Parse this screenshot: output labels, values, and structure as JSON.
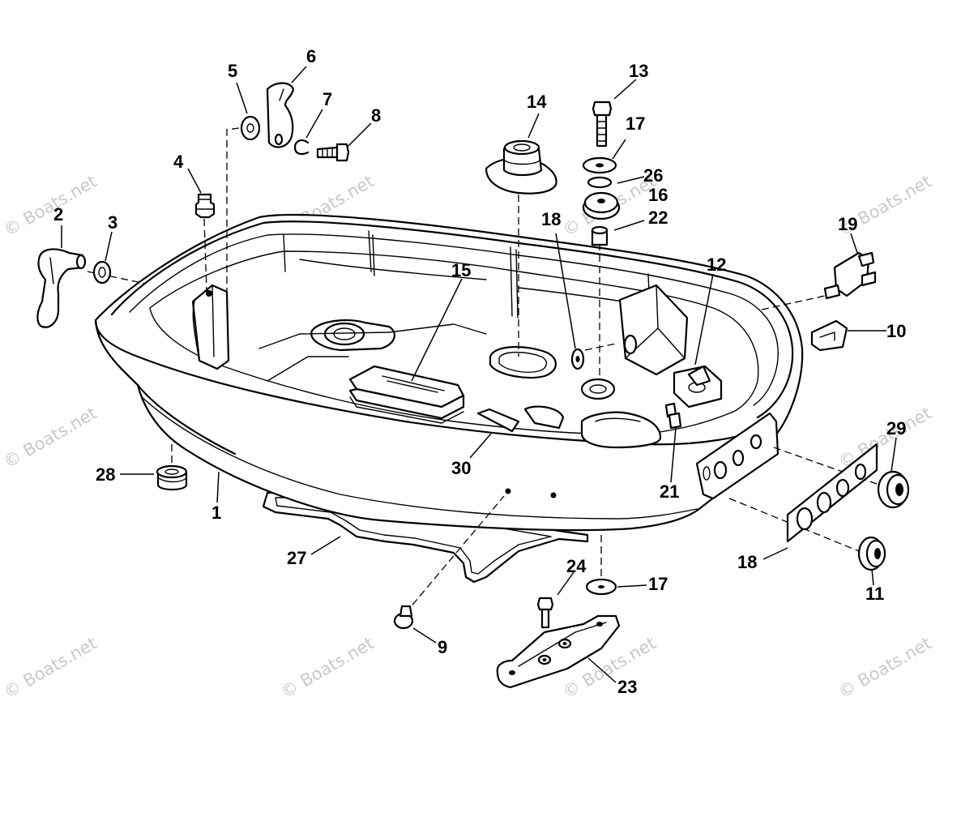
{
  "diagram": {
    "callouts": {
      "c1": "1",
      "c2": "2",
      "c3": "3",
      "c4": "4",
      "c5": "5",
      "c6": "6",
      "c7": "7",
      "c8": "8",
      "c9": "9",
      "c10": "10",
      "c11": "11",
      "c12": "12",
      "c13": "13",
      "c14": "14",
      "c15": "15",
      "c16": "16",
      "c17a": "17",
      "c17b": "17",
      "c18a": "18",
      "c18b": "18",
      "c19": "19",
      "c21": "21",
      "c22": "22",
      "c23": "23",
      "c24": "24",
      "c26": "26",
      "c27": "27",
      "c28": "28",
      "c29": "29",
      "c30": "30"
    },
    "watermark": "© Boats.net"
  }
}
